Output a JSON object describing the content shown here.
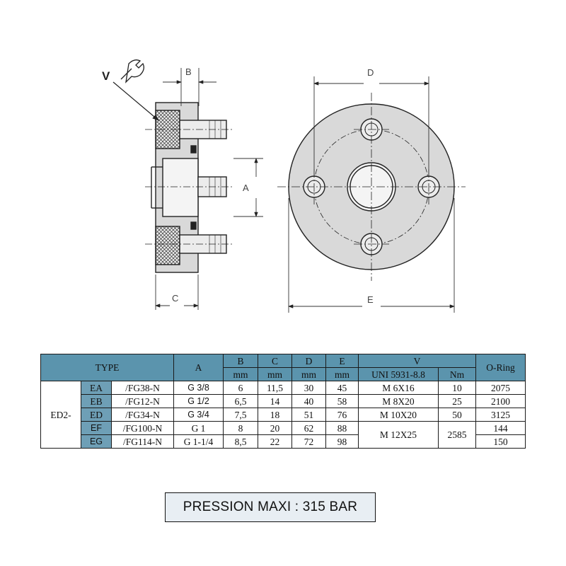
{
  "drawing": {
    "labels": {
      "v": "V",
      "b": "B",
      "c": "C",
      "a": "A",
      "d": "D",
      "e": "E"
    }
  },
  "table": {
    "headers": {
      "type": "TYPE",
      "a": "A",
      "b": "B",
      "c": "C",
      "d": "D",
      "e": "E",
      "v": "V",
      "oring": "O-Ring",
      "unit_mm": "mm",
      "uni": "UNI 5931-8.8",
      "nm": "Nm"
    },
    "prefix": "ED2-",
    "rows": [
      {
        "code": "EA",
        "fg": "/FG38-N",
        "a": "G 3/8",
        "b": "6",
        "c": "11,5",
        "d": "30",
        "e": "45",
        "v": "M 6X16",
        "nm": "10",
        "oring": "2075"
      },
      {
        "code": "EB",
        "fg": "/FG12-N",
        "a": "G 1/2",
        "b": "6,5",
        "c": "14",
        "d": "40",
        "e": "58",
        "v": "M 8X20",
        "nm": "25",
        "oring": "2100"
      },
      {
        "code": "ED",
        "fg": "/FG34-N",
        "a": "G 3/4",
        "b": "7,5",
        "c": "18",
        "d": "51",
        "e": "76",
        "v": "M 10X20",
        "nm": "50",
        "oring": "3125"
      },
      {
        "code": "EF",
        "fg": "/FG100-N",
        "a": "G 1",
        "b": "8",
        "c": "20",
        "d": "62",
        "e": "88",
        "v": "M 12X25",
        "nm": "2585",
        "oring": "144"
      },
      {
        "code": "EG",
        "fg": "/FG114-N",
        "a": "G 1-1/4",
        "b": "8,5",
        "c": "22",
        "d": "72",
        "e": "98",
        "v": "",
        "nm": "",
        "oring": "150"
      }
    ]
  },
  "footer": {
    "pression": "PRESSION MAXI : 315 BAR"
  }
}
